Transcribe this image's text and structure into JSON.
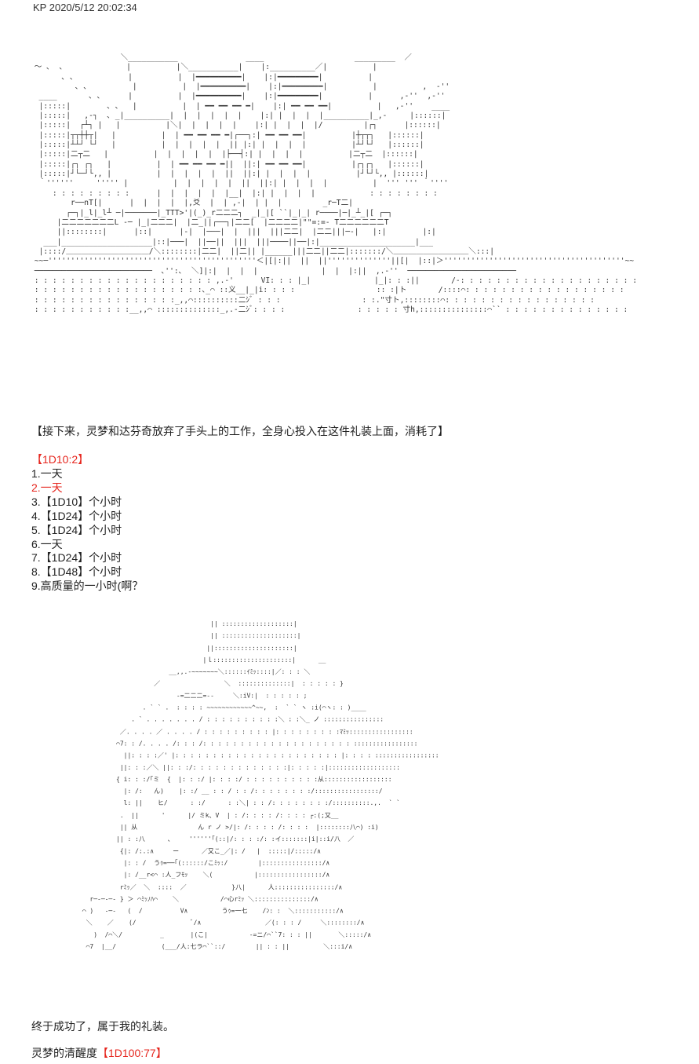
{
  "header": {
    "author": "KP",
    "timestamp": "2020/5/12 20:02:34"
  },
  "narration": "【接下来，灵梦和达芬奇放弃了手头上的工作，全身心投入在这件礼装上面，消耗了】",
  "dice": {
    "label": "【1D10:2】",
    "color": "#e6261e"
  },
  "options": [
    {
      "text": "1.一天",
      "highlighted": false
    },
    {
      "text": "2.一天",
      "highlighted": true
    },
    {
      "text": "3.【1D10】个小时",
      "highlighted": false
    },
    {
      "text": "4.【1D24】个小时",
      "highlighted": false
    },
    {
      "text": "5.【1D24】个小时",
      "highlighted": false
    },
    {
      "text": "6.一天",
      "highlighted": false
    },
    {
      "text": "7.【1D24】个小时",
      "highlighted": false
    },
    {
      "text": "8.【1D48】个小时",
      "highlighted": false
    },
    {
      "text": "9.高质量的一小时(啊？",
      "highlighted": false
    }
  ],
  "success_text": "终于成功了，属于我的礼装。",
  "sanity": {
    "label": "灵梦的清醒度",
    "roll": "【1D100:77】"
  },
  "art": {
    "building": [
      "                    ＼___________               ____                    _________  ／",
      " ～ ､  ､              |          |＼___________|    |:__________／|          |",
      "       ､ ､            |          |  |━━━━━━━━━━|    |:|━━━━━━━━━|          |",
      "          ､ ､          |          |  |━━━━━━━━━━|    |:|━━━━━━━━━|          |          ,  -''",
      "  ____       ､ ､      |          |  |━━━━━━━━━━|    |:|━━━━━━━━━|          |      ,-''  ,-''",
      "  |:::::|        ､ ､   |          |  | ━━ ━━ ━━ ━|    |:| ━━ ━━ ━━|          |   ,-''    ____",
      "  |:::::|   ,-┐  ､ _|__________|  |  |  |  |  |    |:| |  |  |  |__________|_,-     |::::::|",
      "  |:::::|  ┌┴┐ |   |          |＼|  |  |  |  |    |:| |  |  |  |/         |┌┐      |::::::|",
      "  |:::::|┬┬┼┼┬|   |          |  | ━━ ━━ ━━ ━|┌──┐:| ━━ ━━ ━━|          |┼┬┬┐   |::::::|",
      "  |:::::|┴┴┘ └┘   |          |  |  |  |  |  || |:| |  |  |  |          |┴┘└┘   |::::::|",
      "  |:::::|二┬二   |          |  |  |  |  |  |├──┤:| |  |  |  |          |二┬二  |::::::|",
      "  |:::::|┌┐ ┌┐   |          |  | ━━ ━━ ━━ ━||  ||:| ━━ ━━ ━━|          |┌┐┌┐   |::::::|",
      "  |:::::|┘└─┘└,, |          |  |  |  |  |  ||  ||:| |  |  |  |          |┘└┘└,, |::::::|",
      "  ｀''''''     ''''' |          |  |  |  |  |  ||  ||:| |  |  |  |          |  ''' ''' ｀''''",
      "     : : : : : : : : :      |  |  |  |  |  |__|  |:| |  |  |  |            : : : : : : : :",
      "         r──nT[|      |  |  |  |  |,爻  |  | ,-|  | |  |         _r─T二|",
      "        ┌─┐|_l|_l┴ ─|───────|_TTT>'|(_)_r二二二┐  _|_|[ ``|_|_| r────|─|_┴_|[ ┌─┐",
      "      |二二二二二二二L -─ |_|二二二|  |二_||┌──┐|二二[  |二二二二|\"\"=:=- T二二二二二二T",
      "      ||::::::::|      |::|      |-|  |───|  |  |||  |||二二|  |二二|||─-|   |:|        |:|",
      "   ___|____________________|::|───|  ||──||  |||  |||────||──|:|_____________________|___",
      "  |::::/＿＿＿＿＿＿＿＿＿＿＿/＼::::::::|二二|  ||二|| |______|||二二||二二|:::::::/＼＿＿＿＿＿＿＿＿＿＿＼:::|",
      " ~~─''''''''''''''''''''''''''''''''''''''''''''''＜|[|:||  ||  ||''''''''''''''||[|  |::|＞''''''''''''''''''''''''''''''''''''''''~~",
      " ──────────────────────────  ､'':､  ＼]|:|  |  |  |              |  |  |:||  ,.-''  ────────────────────────",
      " : : : : : : : : : : : : : : : : : : : : ,.-'      VI: : : |_|              |_|: : :||       /-: : : : : : : : : : : : : : : : : : : :",
      " : : : : : : : : : : : : : : : : : : :､_⌒ ::义__|_|i: : : :                  :: :|ト       /::::⌒: : : : : : : : : : : : : : : : : :",
      " : : : : : : : : : : : : : : : :_,,⌒::::::::::二ｼﾞ : : :                  : :.\"寸ト,::::::::⌒: : : : : : : : : : : : : : : : :",
      " : : : : : : : : : : :__,,⌒ ::::::::::::::_,.-二ｼﾞ: : : :                : : : : : 寸h,:::::::::::::::⌒`` : : : : : : : : : : : : : :"
    ],
    "figure": [
      "                                   || :::::::::::::::::::|",
      "                                   || ::::::::::::::::::::|",
      "                                  ||:::::::::::::::::::::|",
      "                                 |ｌ:::::::::::::::::::::|      __",
      "                        __,,.-~~~~~~~＼::::::ｲﾐｯ::::|／: : : ＼",
      "                    ／                 ＼  ::::::::::::::|  : : : : : }",
      "                          -=二二二=--     ＼:iV:|  : : : : : ;",
      "                 . ` ` .  : : : : ~~~~~~~~~~~~^~~,  :  ` ` ヽ :i(⌒ヽ: : )____",
      "              . ` . . . . . . . / : : : : : : : : : :＼ : :＼_ ノ ::::::::::::::::",
      "           ／. . . . ／ . . . . / : : : : : : : : : |: : : : : : : : :ﾏﾐｯ:::::::::::::::::",
      "          ⌒7: : /. . . . /: : : /: : : : : : : : : : : : : : : : : : : : :::::::::::::::::",
      "            ||: : : :／' |: : : : : : : : : : : : : : : : : : : : : : |: : : : :::::::::::::::::",
      "           ||: : :／＼ ||: : :/: : : : : : : : : : : : :|: : : : :|:::::::::::::::::::",
      "          { i: : :/｢ミ  {  |: : :/ |: : : :/ : : : : : : : : : :从::::::::::::::::::",
      "            |: /:   ん)    |: :/ __ : : / : : /: : : : : : : :/:::::::::::::::::/",
      "            l: ||    ヒ/      : :/      : :＼| : : /: : : : : : : :/::::::::::.,.  ` `",
      "           .  ||      '      |/ ミk、V  | : /: : : : /: : : : ┌:(;又__",
      "           || 从                ん r ノ >/|: /: : : : /: : : :  |::::::::八⌒) :i)",
      "          || : :八      、    ''''''｢(::|/: : : :/: :イ:::::::|i|::i/八  ／",
      "           {|: /:.:∧     ー      ／又こ_／|: /   |  :::::|/:::::/∧",
      "            |: : /  うｩ=──｢(::::::/こﾐｯ:/        |::::::::::::::::/∧",
      "            |: /__r<⌒ :人_フﾓｯ    ＼(           |:::::::::::::::::/∧",
      "           rﾐｯ／  ＼  ::::  ／            }八|      人::::::::::::::::/∧",
      "   r─-─-─- } ＞ ⌒ﾐｯﾉﾊ⌒    ＼           /⌒心rﾐｯ ＼:::::::::::::::/∧",
      " ⌒ )   -─-   (  /          V∧         うｩ=一七    /ﾝ: :  ＼:::::::::::/∧",
      "  ＼    ／    (/               ﾞ/∧                 ／(: : : /     ＼::::::::/∧",
      "    )  /⌒＼/          _       |(こ|           -=ニ/⌒``7: : : ||       ＼:::::/∧",
      "  ⌒7  |__/            (___/人:七ラ⌒``::/        || : : ||         ＼:::i/∧"
    ]
  }
}
